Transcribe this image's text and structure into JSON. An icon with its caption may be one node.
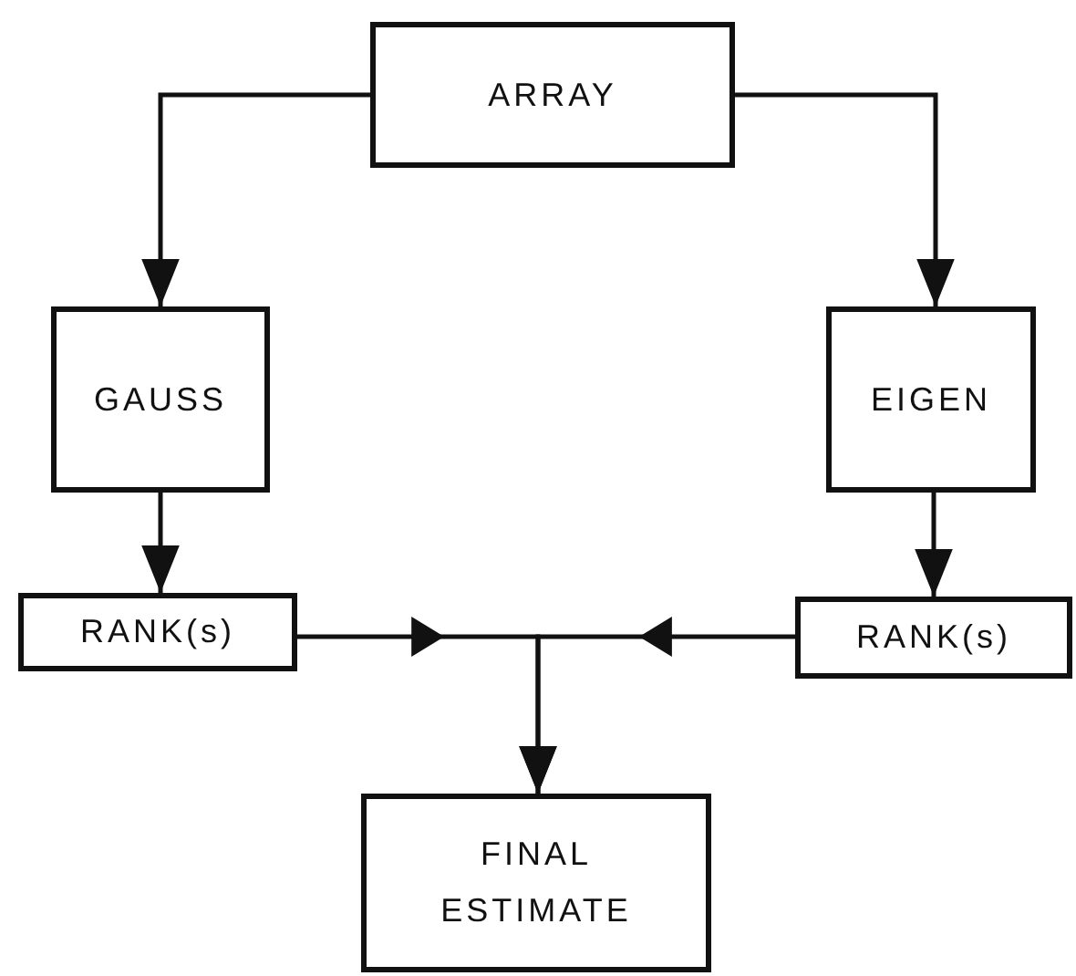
{
  "diagram": {
    "nodes": [
      {
        "text": [
          "ARRAY"
        ]
      },
      {
        "text": [
          "GAUSS"
        ]
      },
      {
        "text": [
          "EIGEN"
        ]
      },
      {
        "text": [
          "RANK(s)"
        ]
      },
      {
        "text": [
          "RANK(s)"
        ]
      },
      {
        "text": [
          "FINAL ESTIMATE"
        ]
      }
    ],
    "edges": [
      {
        "from": 0,
        "to": 1,
        "arrow": "to"
      },
      {
        "from": 0,
        "to": 2,
        "arrow": "to"
      },
      {
        "from": 1,
        "to": 3,
        "arrow": "to"
      },
      {
        "from": 2,
        "to": 4,
        "arrow": "to"
      },
      {
        "from": 3,
        "to": 5,
        "arrow": "to"
      },
      {
        "from": 4,
        "to": 5,
        "arrow": "to"
      }
    ]
  }
}
